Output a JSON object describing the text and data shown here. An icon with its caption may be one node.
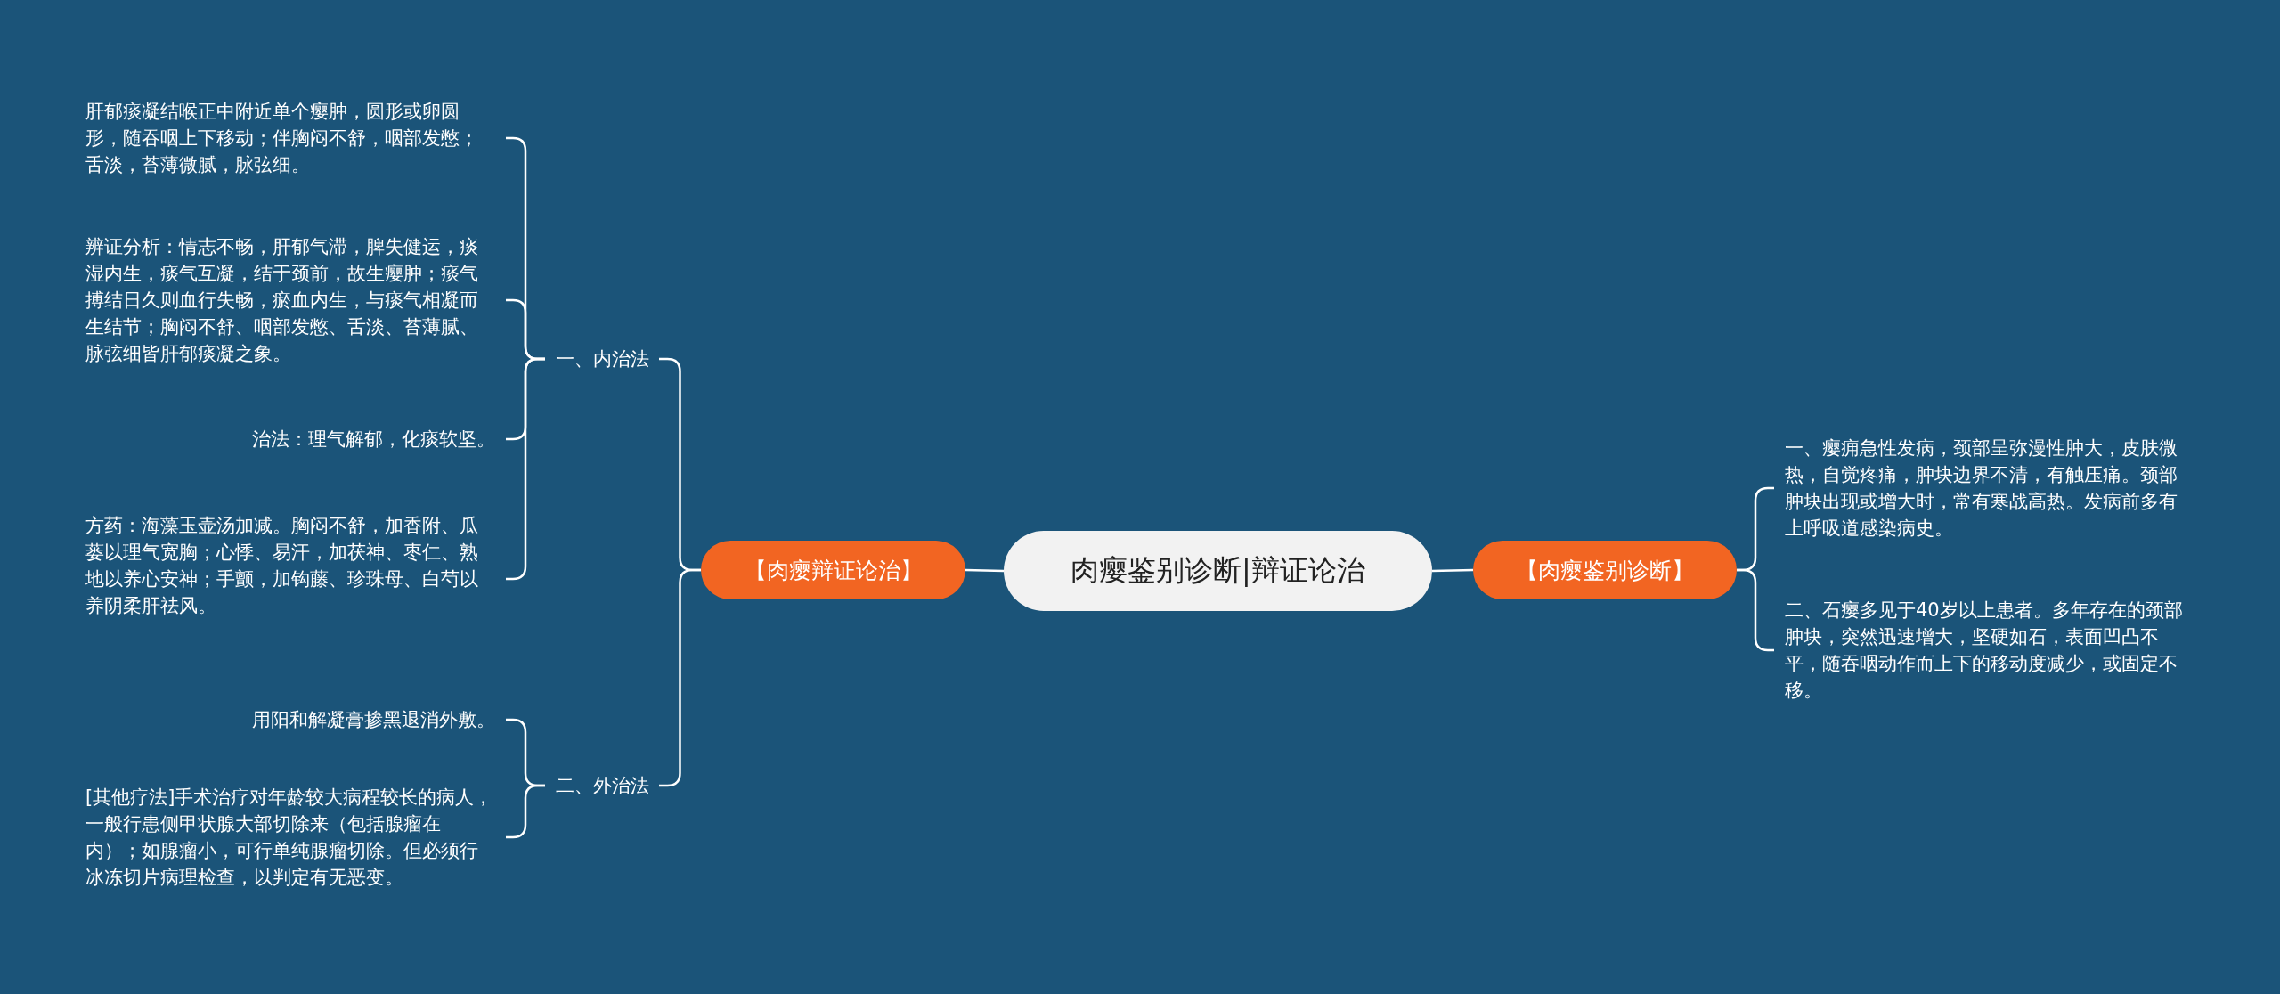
{
  "diagram": {
    "nodes": [
      {
        "text": [
          "肉瘿鉴别诊断|辩证论治"
        ]
      },
      {
        "text": [
          "【肉瘿辩证论治】"
        ]
      },
      {
        "text": [
          "一、内治法"
        ]
      },
      {
        "text": [
          "肝郁痰凝结喉正中附近单个瘿肿，圆形或卵圆形，随吞咽上下移动；伴胸闷不舒，咽部发憋；舌淡，苔薄微腻，脉弦细。"
        ]
      },
      {
        "text": [
          "辨证分析：情志不畅，肝郁气滞，脾失健运，痰湿内生，痰气互凝，结于颈前，故生瘿肿；痰气搏结日久则血行失畅，瘀血内生，与痰气相凝而生结节；胸闷不舒、咽部发憋、舌淡、苔薄腻、脉弦细皆肝郁痰凝之象。"
        ]
      },
      {
        "text": [
          "治法：理气解郁，化痰软坚。"
        ]
      },
      {
        "text": [
          "方药：海藻玉壶汤加减。胸闷不舒，加香附、瓜蒌以理气宽胸；心悸、易汗，加茯神、枣仁、熟地以养心安神；手颤，加钩藤、珍珠母、白芍以养阴柔肝祛风。"
        ]
      },
      {
        "text": [
          "二、外治法"
        ]
      },
      {
        "text": [
          "用阳和解凝膏掺黑退消外敷。"
        ]
      },
      {
        "text": [
          "[其他疗法]手术治疗对年龄较大病程较长的病人，一般行患侧甲状腺大部切除来（包括腺瘤在内）；如腺瘤小，可行单纯腺瘤切除。但必须行冰冻切片病理检查，以判定有无恶变。"
        ]
      },
      {
        "text": [
          "【肉瘿鉴别诊断】"
        ]
      },
      {
        "text": [
          "一、瘿痈急性发病，颈部呈弥漫性肿大，皮肤微热，自觉疼痛，肿块边界不清，有触压痛。颈部肿块出现或增大时，常有寒战高热。发病前多有上呼吸道感染病史。"
        ]
      },
      {
        "text": [
          "二、石瘿多见于40岁以上患者。多年存在的颈部肿块，突然迅速增大，坚硬如石，表面凹凸不平，随吞咽动作而上下的移动度减少，或固定不移。"
        ]
      }
    ],
    "edges": [
      {
        "from": 0,
        "to": 1,
        "arrow": "none"
      },
      {
        "from": 0,
        "to": 10,
        "arrow": "none"
      },
      {
        "from": 1,
        "to": 2,
        "arrow": "none"
      },
      {
        "from": 1,
        "to": 7,
        "arrow": "none"
      },
      {
        "from": 2,
        "to": 3,
        "arrow": "none"
      },
      {
        "from": 2,
        "to": 4,
        "arrow": "none"
      },
      {
        "from": 2,
        "to": 5,
        "arrow": "none"
      },
      {
        "from": 2,
        "to": 6,
        "arrow": "none"
      },
      {
        "from": 7,
        "to": 8,
        "arrow": "none"
      },
      {
        "from": 7,
        "to": 9,
        "arrow": "none"
      },
      {
        "from": 10,
        "to": 11,
        "arrow": "none"
      },
      {
        "from": 10,
        "to": 12,
        "arrow": "none"
      }
    ]
  }
}
